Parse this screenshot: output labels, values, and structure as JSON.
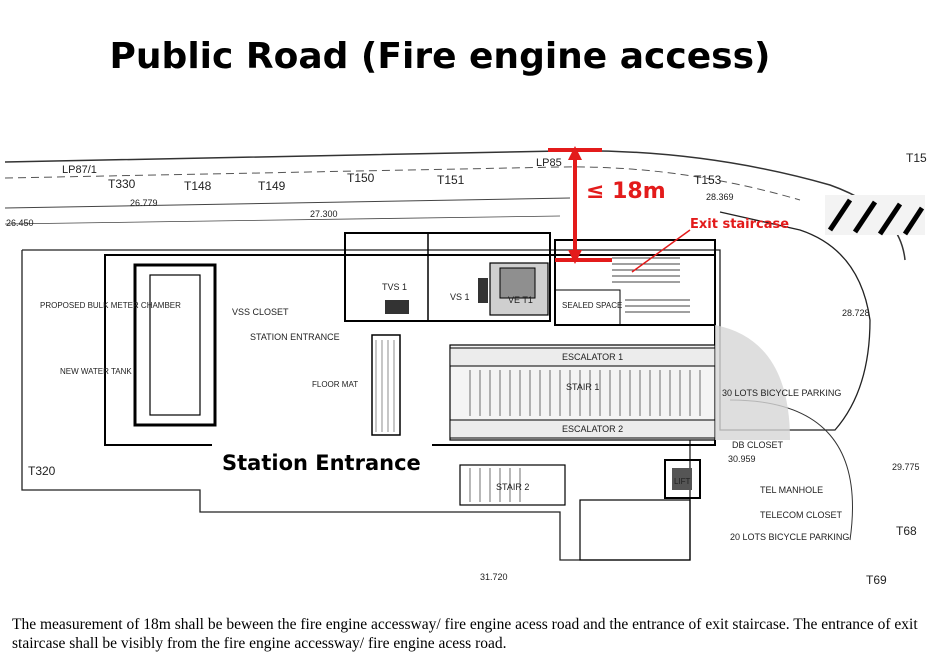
{
  "title": "Public Road (Fire engine access)",
  "labels": {
    "lp87": "LP87/1",
    "lp85": "LP85",
    "t330": "T330",
    "t148": "T148",
    "t149": "T149",
    "t150": "T150",
    "t151": "T151",
    "t153": "T153",
    "t15": "T15",
    "t320": "T320",
    "t68": "T68",
    "t69": "T69",
    "d26779": "26.779",
    "d27300": "27.300",
    "d26450": "26.450",
    "d28369": "28.369",
    "d28728": "28.728",
    "d29775": "29.775",
    "d30959": "30.959",
    "d31720": "31.720",
    "tvs1": "TVS 1",
    "vs1": "VS 1",
    "vet1": "VE T1",
    "sealed": "SEALED SPACE",
    "vss": "VSS CLOSET",
    "station_entrance_small": "STATION ENTRANCE",
    "esc1": "ESCALATOR 1",
    "stair1": "STAIR 1",
    "esc2": "ESCALATOR 2",
    "stair2": "STAIR 2",
    "bicycle30": "30 LOTS BICYCLE PARKING",
    "bicycle20": "20 LOTS BICYCLE PARKING",
    "db_closet": "DB CLOSET",
    "tel_manhole": "TEL MANHOLE",
    "telecom": "TELECOM CLOSET",
    "bulk_meter": "PROPOSED BULK METER CHAMBER",
    "water_tank": "NEW WATER TANK",
    "floor_mat": "FLOOR MAT",
    "lift": "LIFT"
  },
  "annotations": {
    "distance": "≤ 18m",
    "exit_staircase": "Exit staircase",
    "station_entrance": "Station Entrance"
  },
  "colors": {
    "accent": "#e31b1b"
  },
  "caption": "The measurement of 18m shall be beween the fire engine accessway/ fire engine acess road and the entrance of exit staircase. The entrance of exit staircase shall be visibly from the fire engine accessway/ fire engine acess road."
}
